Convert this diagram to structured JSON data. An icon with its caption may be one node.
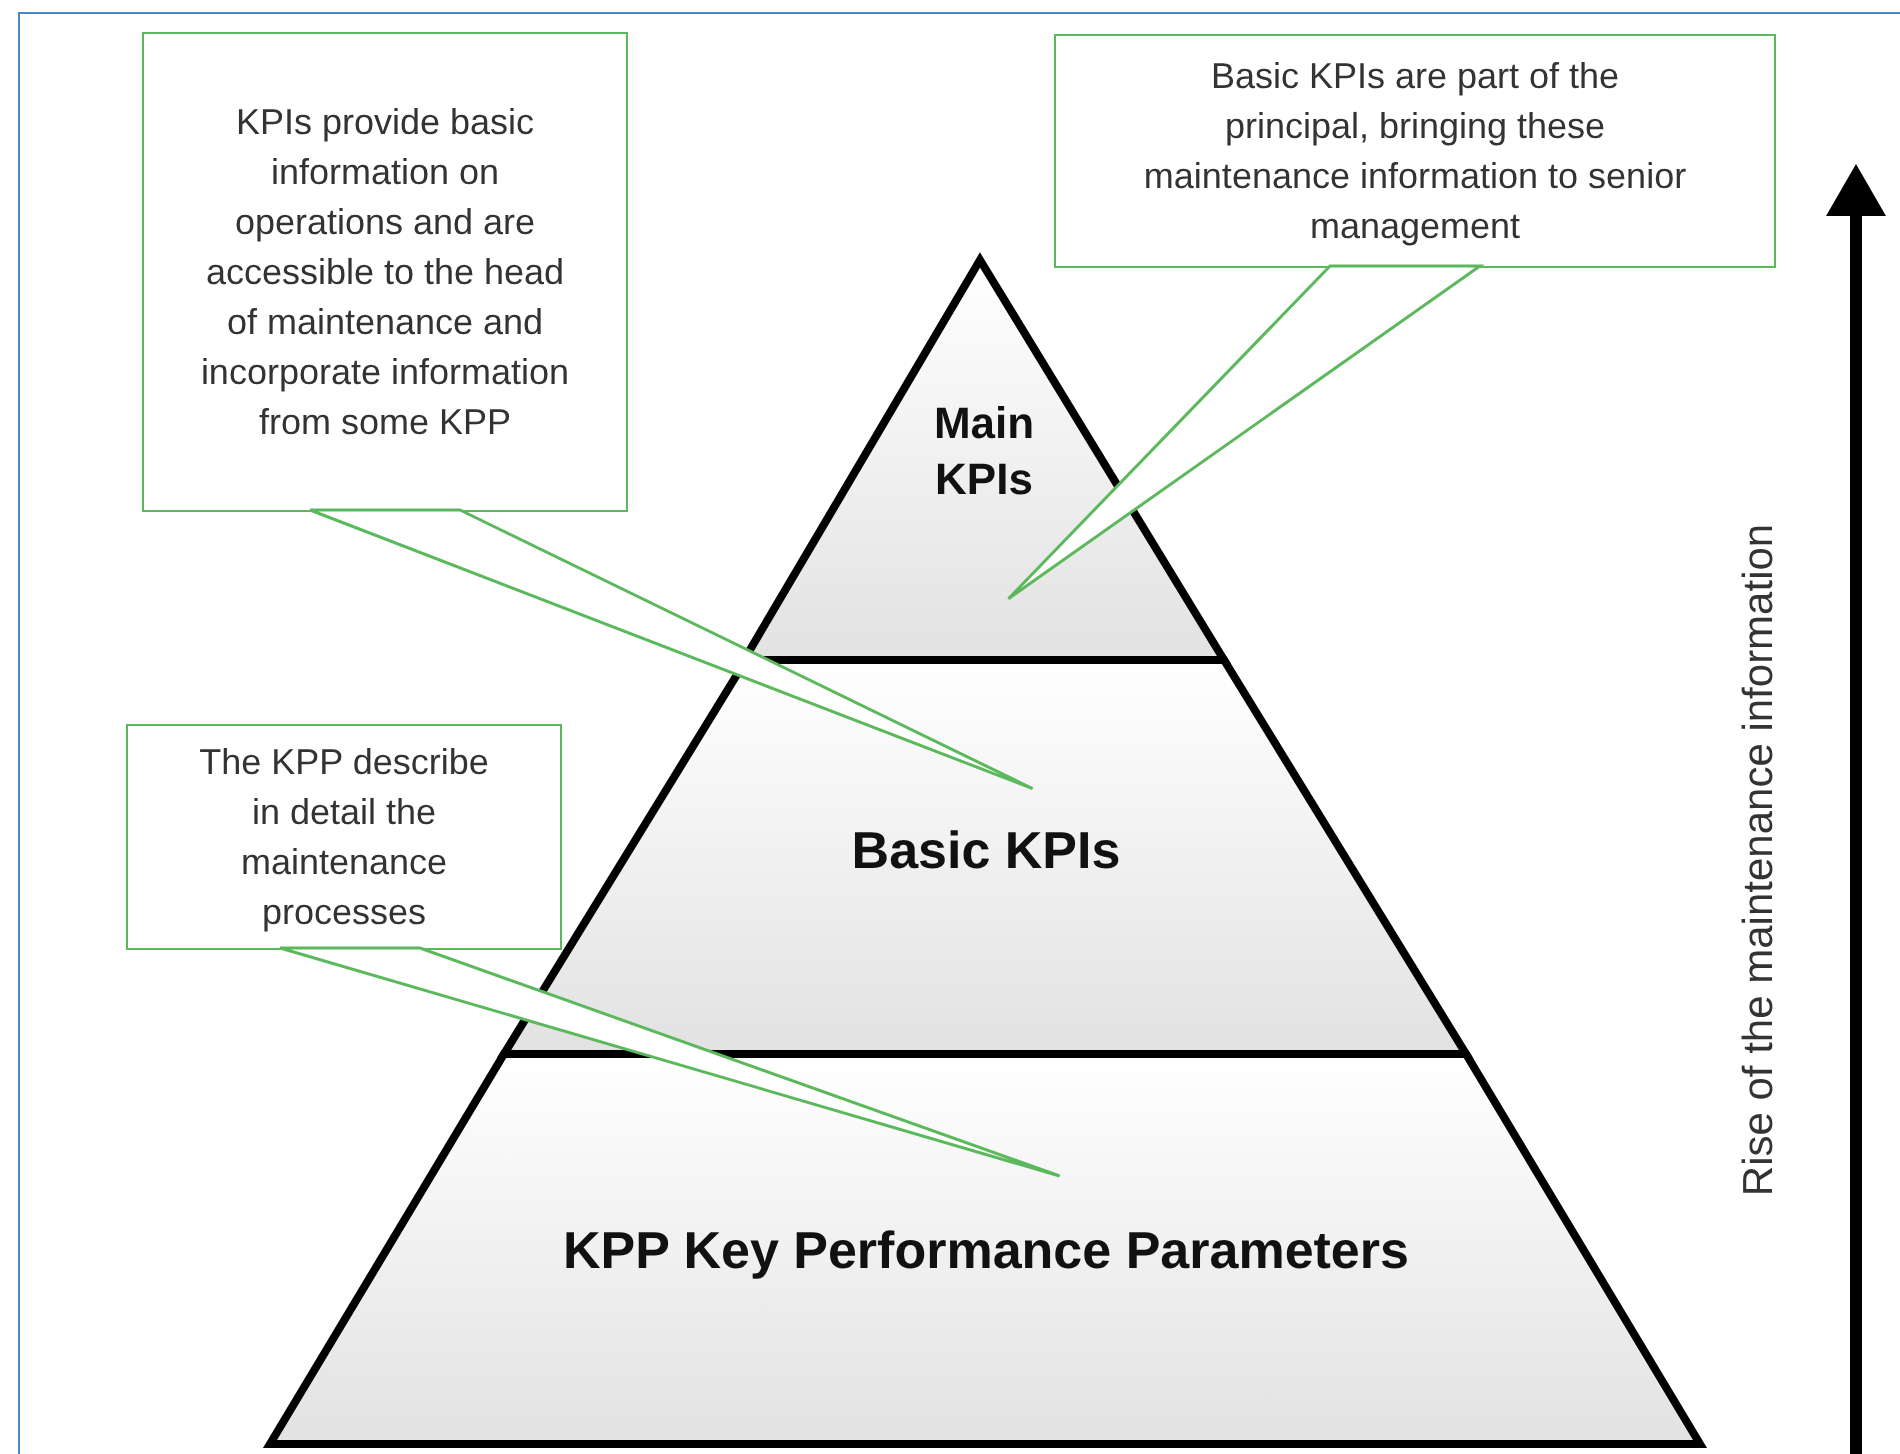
{
  "diagram": {
    "nodes": [
      {
        "text": [
          "KPIs provide basic information on operations and are accessible to the head of maintenance and incorporate information from some KPP"
        ]
      },
      {
        "text": [
          "Basic KPIs are part of the principal, bringing these maintenance information to senior management"
        ]
      },
      {
        "text": [
          "Main KPIs"
        ]
      },
      {
        "text": [
          "The KPP describe in detail the maintenance processes"
        ]
      },
      {
        "text": [
          "Basic KPIs"
        ]
      },
      {
        "text": [
          "KPP Key Performance Parameters"
        ]
      }
    ],
    "edges": [
      {
        "from": 0,
        "to": 4,
        "arrow": "none"
      },
      {
        "from": 1,
        "to": 2,
        "arrow": "none"
      },
      {
        "from": 3,
        "to": 5,
        "arrow": "none"
      }
    ],
    "labels": [
      "Rise of the maintenance information"
    ]
  }
}
